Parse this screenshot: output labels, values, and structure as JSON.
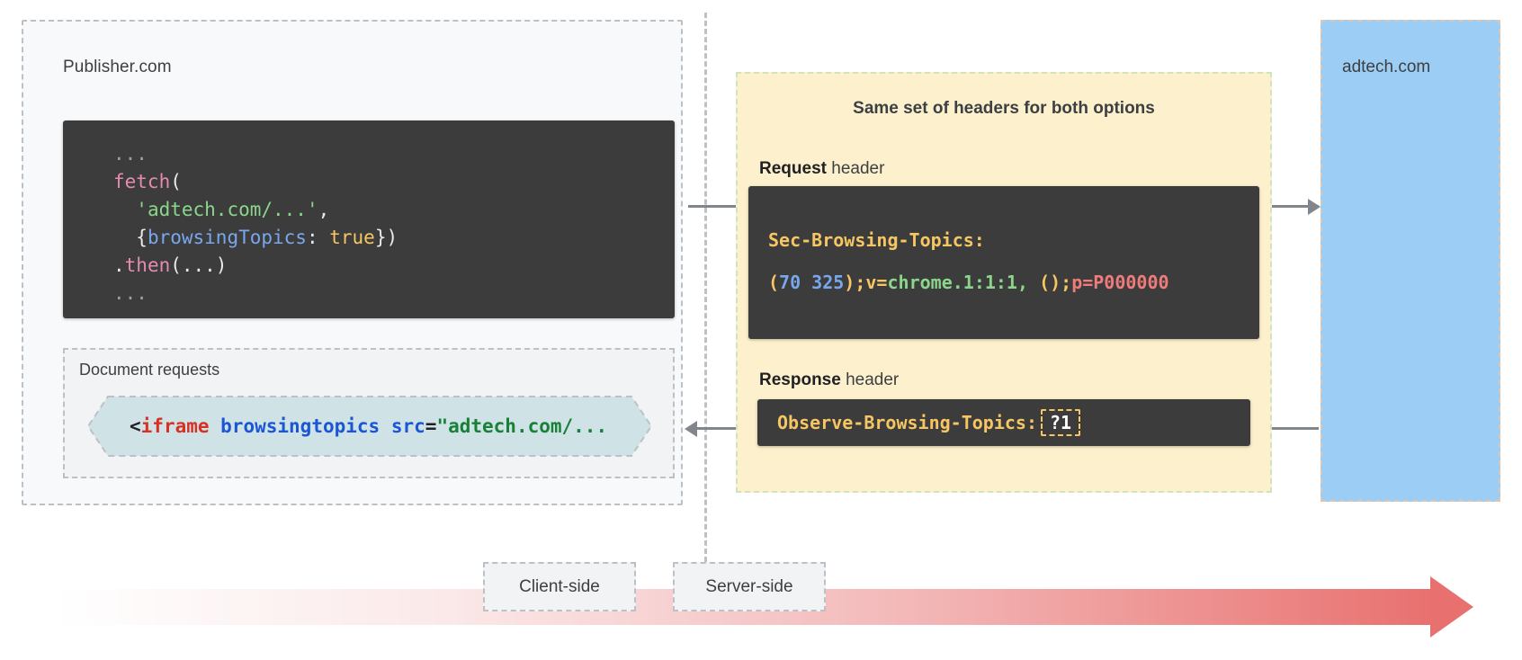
{
  "diagram": {
    "title": "Topics API request/response headers for fetch and iframe document requests"
  },
  "publisher": {
    "label": "Publisher.com",
    "fetch_code": {
      "lines": [
        {
          "parts": [
            {
              "t": "...",
              "c": "dim"
            }
          ]
        },
        {
          "parts": [
            {
              "t": "fetch",
              "c": "kw"
            },
            {
              "t": "(",
              "c": "pn"
            }
          ]
        },
        {
          "parts": [
            {
              "t": "  ",
              "c": "pn"
            },
            {
              "t": "'adtech.com/...'",
              "c": "str"
            },
            {
              "t": ",",
              "c": "pn"
            }
          ]
        },
        {
          "parts": [
            {
              "t": "  {",
              "c": "pn"
            },
            {
              "t": "browsingTopics",
              "c": "prop"
            },
            {
              "t": ": ",
              "c": "pn"
            },
            {
              "t": "true",
              "c": "bool"
            },
            {
              "t": "})",
              "c": "pn"
            }
          ]
        },
        {
          "parts": [
            {
              "t": ".",
              "c": "pn"
            },
            {
              "t": "then",
              "c": "kw"
            },
            {
              "t": "(...)",
              "c": "pn"
            }
          ]
        },
        {
          "parts": [
            {
              "t": "...",
              "c": "dim"
            }
          ]
        }
      ]
    },
    "document_requests": {
      "label": "Document requests",
      "snippet_parts": [
        {
          "t": "<",
          "c": "pn"
        },
        {
          "t": "iframe",
          "c": "tag"
        },
        {
          "t": " ",
          "c": "pn"
        },
        {
          "t": "browsingtopics",
          "c": "attr"
        },
        {
          "t": " ",
          "c": "pn"
        },
        {
          "t": "src",
          "c": "attr"
        },
        {
          "t": "=",
          "c": "pn"
        },
        {
          "t": "\"adtech.com/...",
          "c": "val"
        }
      ]
    }
  },
  "headers": {
    "title": "Same set of headers for both options",
    "request": {
      "label_bold": "Request",
      "label_rest": " header",
      "header_name": "Sec-Browsing-Topics:",
      "value_parts": [
        {
          "t": "(",
          "c": "paren"
        },
        {
          "t": "70 325",
          "c": "num"
        },
        {
          "t": ");",
          "c": "paren"
        },
        {
          "t": "v=",
          "c": "key"
        },
        {
          "t": "chrome.1:1:1, ",
          "c": "chrome"
        },
        {
          "t": "();",
          "c": "paren"
        },
        {
          "t": "p=P000000",
          "c": "p"
        }
      ]
    },
    "response": {
      "label_bold": "Response",
      "label_rest": " header",
      "header_name": "Observe-Browsing-Topics:",
      "header_value": "?1"
    }
  },
  "adtech": {
    "label": "adtech.com"
  },
  "timeline": {
    "client_label": "Client-side",
    "server_label": "Server-side"
  },
  "colors": {
    "headers_panel_bg": "#fdf0cd",
    "adtech_panel_bg": "#9ccdf5",
    "code_bg": "#3c3c3c",
    "timeline_end": "#e8716f",
    "iframe_chip_bg": "#cfe2e5",
    "arrow": "#80868b"
  }
}
